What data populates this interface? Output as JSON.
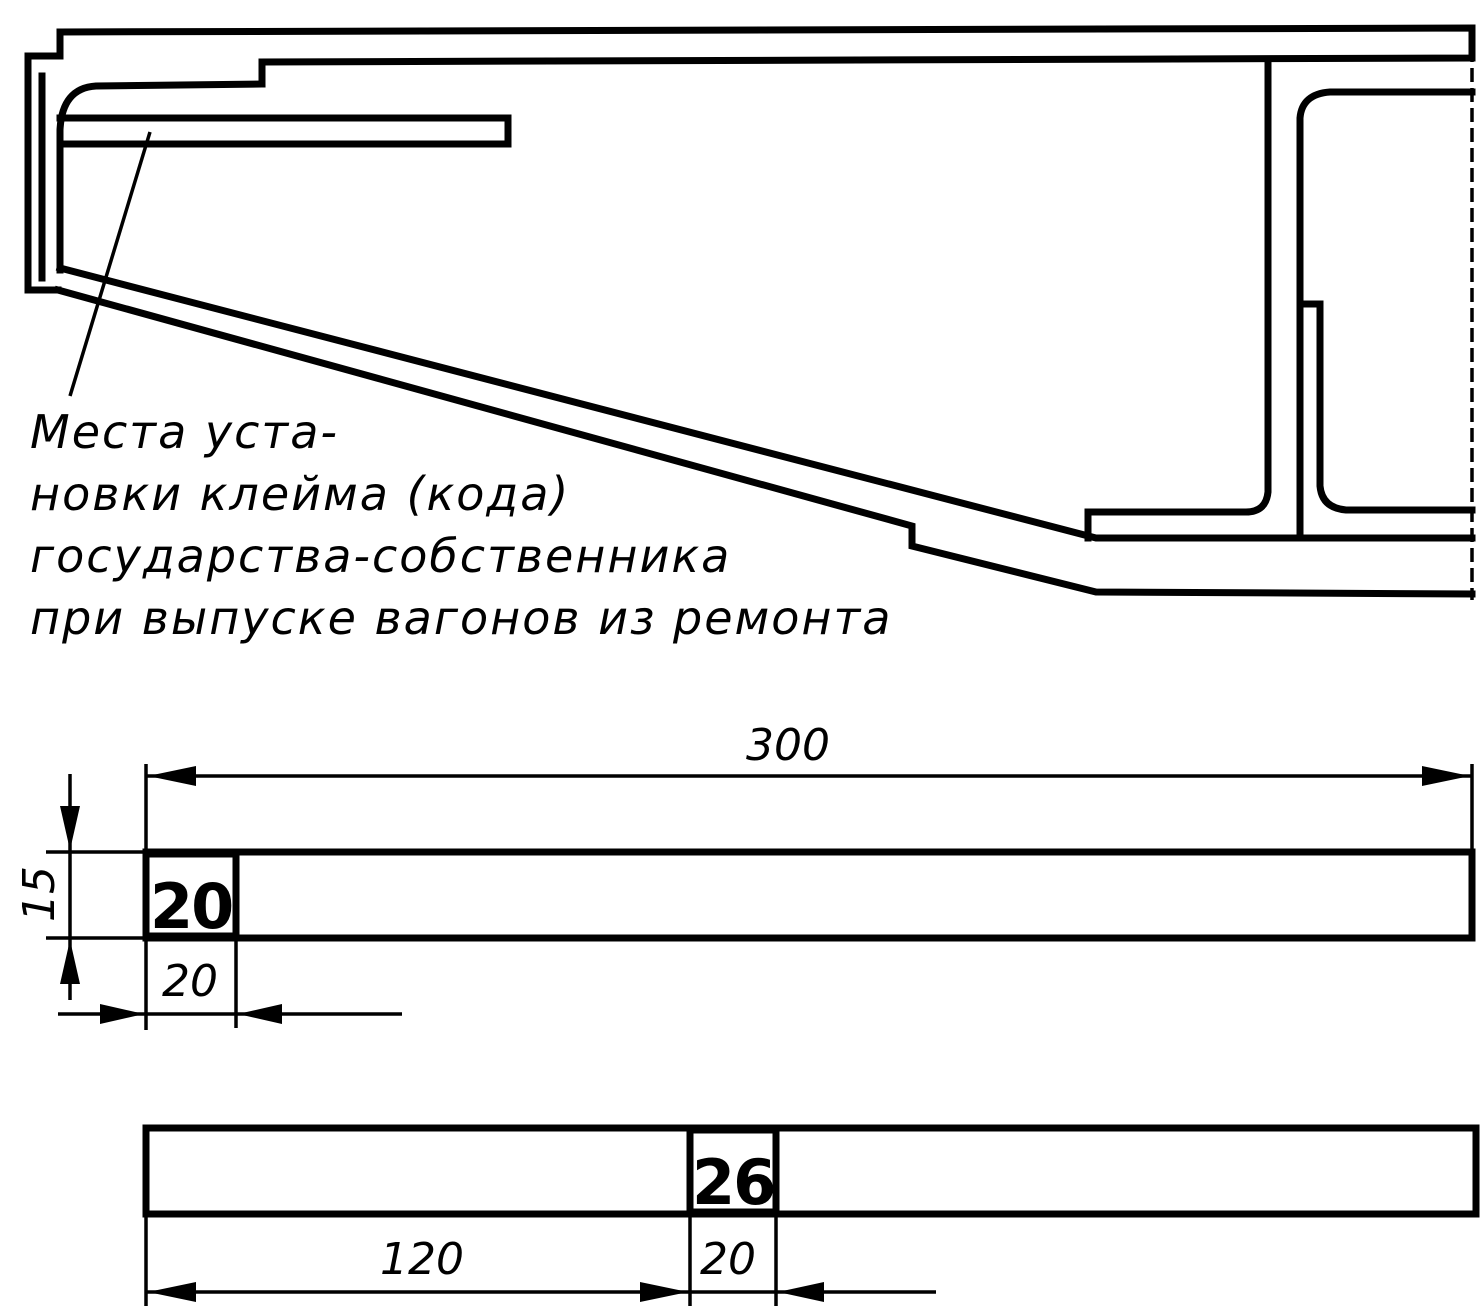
{
  "note": {
    "lines": [
      "Места уста-",
      "новки клейма (кода)",
      "государства-собственника",
      "при выпуске вагонов из ремонта"
    ]
  },
  "top_marking": {
    "code": "20",
    "dim_length": "300",
    "dim_height": "15",
    "dim_width": "20"
  },
  "bottom_marking": {
    "code": "26",
    "dim_offset": "120",
    "dim_width": "20"
  }
}
